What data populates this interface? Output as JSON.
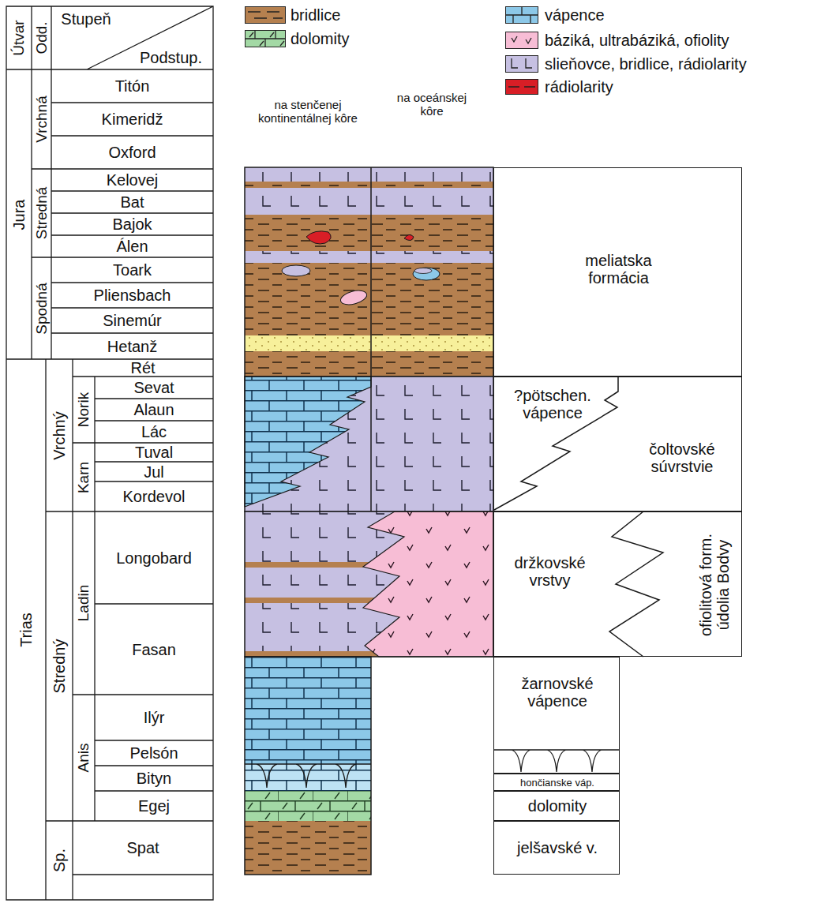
{
  "diagram": {
    "nodes": [
      {
        "text": [
          "meliatska formácia"
        ]
      },
      {
        "text": [
          "?pötschen. vápence",
          "čoltovské súvrstvie"
        ]
      },
      {
        "text": [
          "držkovské vrstvy",
          "ofiolitová form. údolia Bodvy"
        ]
      },
      {
        "text": [
          "žarnovské vápence"
        ]
      },
      {
        "text": [
          "hončianske váp."
        ]
      },
      {
        "text": [
          "dolomity"
        ]
      },
      {
        "text": [
          "jelšavské v."
        ]
      }
    ],
    "labels": [
      "Útvar",
      "Odd.",
      "Stupeň",
      "Podstup.",
      "na stenčenej kontinentálnej kôre",
      "na oceánskej kôre",
      "Jura",
      "Vrchná",
      "Titón",
      "Kimeridž",
      "Oxford",
      "Stredná",
      "Kelovej",
      "Bat",
      "Bajok",
      "Álen",
      "Spodná",
      "Toark",
      "Pliensbach",
      "Sinemúr",
      "Hetanž",
      "Trias",
      "Vrchný",
      "Rét",
      "Norik",
      "Sevat",
      "Alaun",
      "Lác",
      "Karn",
      "Tuval",
      "Jul",
      "Kordevol",
      "Stredný",
      "Ladin",
      "Longobard",
      "Fasan",
      "Anis",
      "Ilýr",
      "Pelsón",
      "Bityn",
      "Egej",
      "Sp.",
      "Spat"
    ],
    "legend": [
      {
        "text": "bridlice",
        "color": "#b5804f"
      },
      {
        "text": "dolomity",
        "color": "#a3d9a5"
      },
      {
        "text": "vápence",
        "color": "#8cc8e8"
      },
      {
        "text": "báziká, ultrabáziká, ofiolity",
        "color": "#f7bdd5"
      },
      {
        "text": "slieňovce, bridlice, rádiolarity",
        "color": "#c6c0e2"
      },
      {
        "text": "rádiolarity",
        "color": "#d81e26"
      }
    ]
  }
}
